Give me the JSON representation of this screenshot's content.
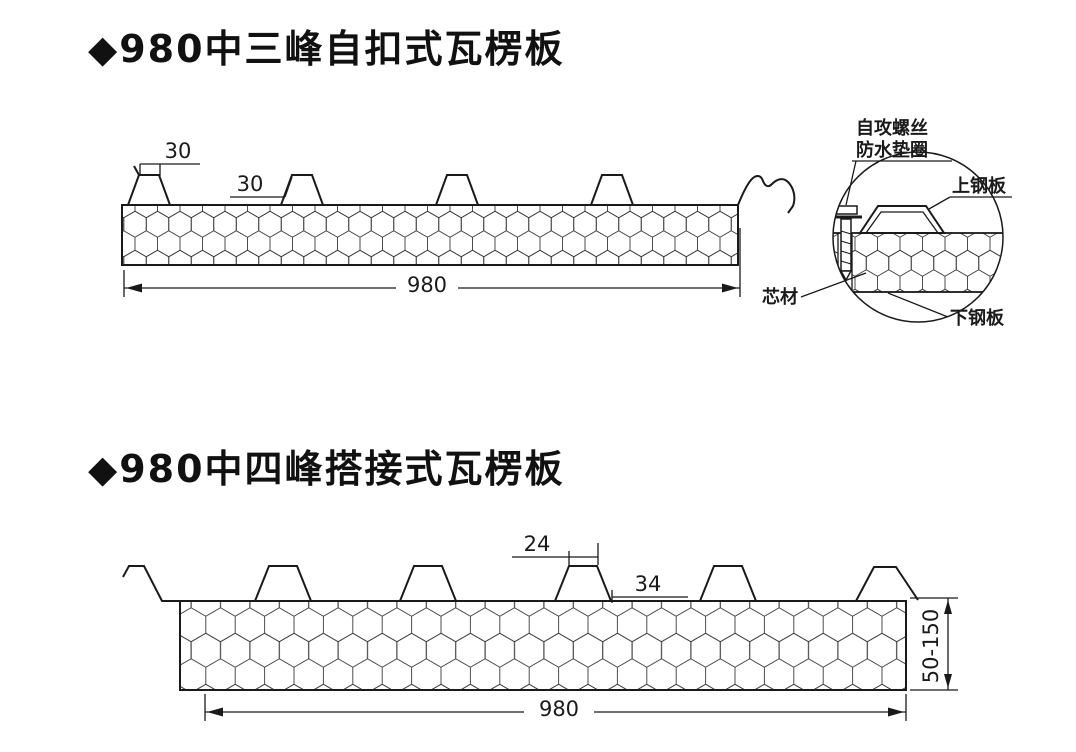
{
  "page": {
    "background": "#ffffff",
    "ink": "#1a1a1a"
  },
  "sections": [
    {
      "id": "panel-980-three-peak",
      "title": "◆980中三峰自扣式瓦楞板",
      "diagram": {
        "type": "cross-section",
        "core_pattern": "honeycomb",
        "dims": [
          {
            "label": "30"
          },
          {
            "label": "30"
          },
          {
            "label": "980"
          }
        ],
        "detail_callouts": [
          {
            "label": "自攻螺丝"
          },
          {
            "label": "防水垫圈"
          },
          {
            "label": "上钢板"
          },
          {
            "label": "芯材"
          },
          {
            "label": "下钢板"
          }
        ]
      }
    },
    {
      "id": "panel-980-four-peak",
      "title": "◆980中四峰搭接式瓦楞板",
      "diagram": {
        "type": "cross-section",
        "core_pattern": "honeycomb",
        "dims": [
          {
            "label": "24"
          },
          {
            "label": "34"
          },
          {
            "label": "980"
          },
          {
            "label": "50-150"
          }
        ]
      }
    }
  ]
}
